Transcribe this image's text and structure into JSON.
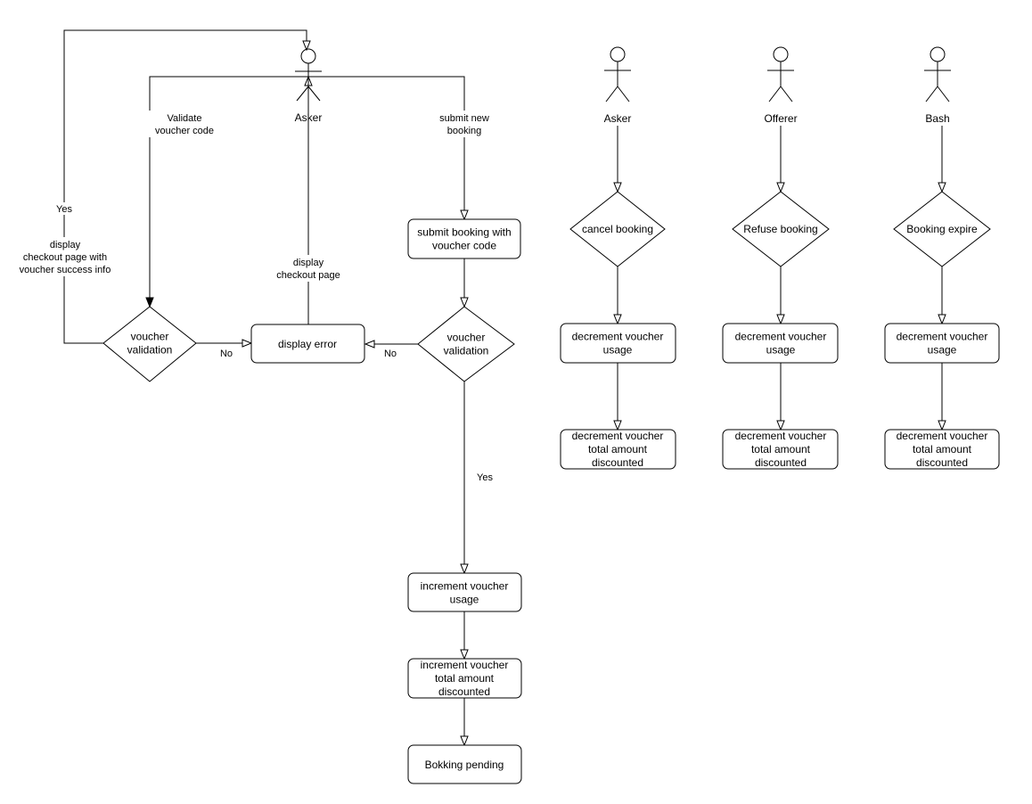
{
  "actors": {
    "asker_main": "Asker",
    "asker": "Asker",
    "offerer": "Offerer",
    "bash": "Bash"
  },
  "nodes": {
    "submit_booking": [
      "submit booking with",
      "voucher code"
    ],
    "voucher_validation_right": [
      "voucher",
      "validation"
    ],
    "display_error": [
      "display error"
    ],
    "voucher_validation_left": [
      "voucher",
      "validation"
    ],
    "increment_usage": [
      "increment voucher",
      "usage"
    ],
    "increment_total": [
      "increment voucher",
      "total amount",
      "discounted"
    ],
    "booking_pending": [
      "Bokking pending"
    ],
    "cancel_booking": [
      "cancel booking"
    ],
    "refuse_booking": [
      "Refuse booking"
    ],
    "booking_expire": [
      "Booking expire"
    ],
    "asker_decrement_usage": [
      "decrement voucher",
      "usage"
    ],
    "asker_decrement_total": [
      "decrement voucher",
      "total amount",
      "discounted"
    ],
    "offerer_decrement_usage": [
      "decrement voucher",
      "usage"
    ],
    "offerer_decrement_total": [
      "decrement voucher",
      "total amount",
      "discounted"
    ],
    "bash_decrement_usage": [
      "decrement voucher",
      "usage"
    ],
    "bash_decrement_total": [
      "decrement voucher",
      "total amount",
      "discounted"
    ]
  },
  "edge_labels": {
    "validate_voucher_code": [
      "Validate",
      "voucher code"
    ],
    "submit_new_booking": [
      "submit new",
      "booking"
    ],
    "yes_left": [
      "Yes"
    ],
    "display_checkout_success": [
      "display",
      "checkout page with",
      "voucher success info"
    ],
    "display_checkout_page": [
      "display",
      "checkout page"
    ],
    "no_left": [
      "No"
    ],
    "no_right": [
      "No"
    ],
    "yes_right": [
      "Yes"
    ]
  }
}
